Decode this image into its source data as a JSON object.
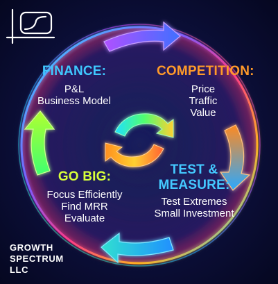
{
  "quadrants": {
    "finance": {
      "heading": "FINANCE:",
      "lines": [
        "P&L",
        "Business Model"
      ]
    },
    "competition": {
      "heading": "COMPETITION:",
      "lines": [
        "Price",
        "Traffic",
        "Value"
      ]
    },
    "go_big": {
      "heading": "GO BIG:",
      "lines": [
        "Focus Efficiently",
        "Find MRR",
        "Evaluate"
      ]
    },
    "test_measure": {
      "heading_line1": "TEST &",
      "heading_line2": "MEASURE:",
      "lines": [
        "Test Extremes",
        "Small Investment"
      ]
    }
  },
  "brand": {
    "line1": "GROWTH",
    "line2": "SPECTRUM",
    "line3": "LLC"
  },
  "logo_icon": "growth-chart-logo-icon",
  "colors": {
    "finance": "#3fc8ff",
    "competition": "#ff9a2a",
    "go_big": "#d8ff3a",
    "test_measure": "#44c9ff",
    "background": "#0c0f3a"
  }
}
